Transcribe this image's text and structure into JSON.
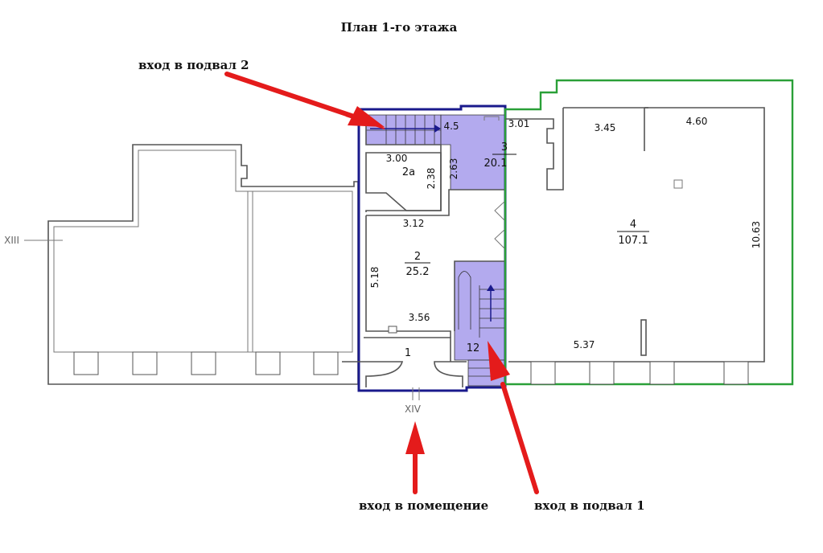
{
  "title": "План 1-го этажа",
  "captions": {
    "basement2": "вход в подвал 2",
    "main_entrance": "вход в помещение",
    "basement1": "вход в подвал 1"
  },
  "axes": {
    "left": "XIII",
    "bottom": "XIV"
  },
  "rooms": {
    "r1": {
      "number": "1"
    },
    "r2": {
      "number": "2",
      "area": "25.2"
    },
    "r2a": {
      "number": "2а"
    },
    "r3": {
      "number": "3",
      "area": "20.1"
    },
    "r4": {
      "number": "4",
      "area": "107.1"
    },
    "r12": {
      "number": "12"
    }
  },
  "dimensions": {
    "d_4_5": "4.5",
    "d_3_00": "3.00",
    "d_2_38": "2.38",
    "d_2_63": "2.63",
    "d_3_12": "3.12",
    "d_5_18": "5.18",
    "d_3_56": "3.56",
    "d_3_01": "3.01",
    "d_3_45": "3.45",
    "d_4_60": "4.60",
    "d_10_63": "10.63",
    "d_5_37": "5.37"
  },
  "colors": {
    "outline_blue": "#1a1a8c",
    "outline_green": "#2aa038",
    "highlight": "#9a8de8",
    "arrow": "#e41b1b"
  }
}
